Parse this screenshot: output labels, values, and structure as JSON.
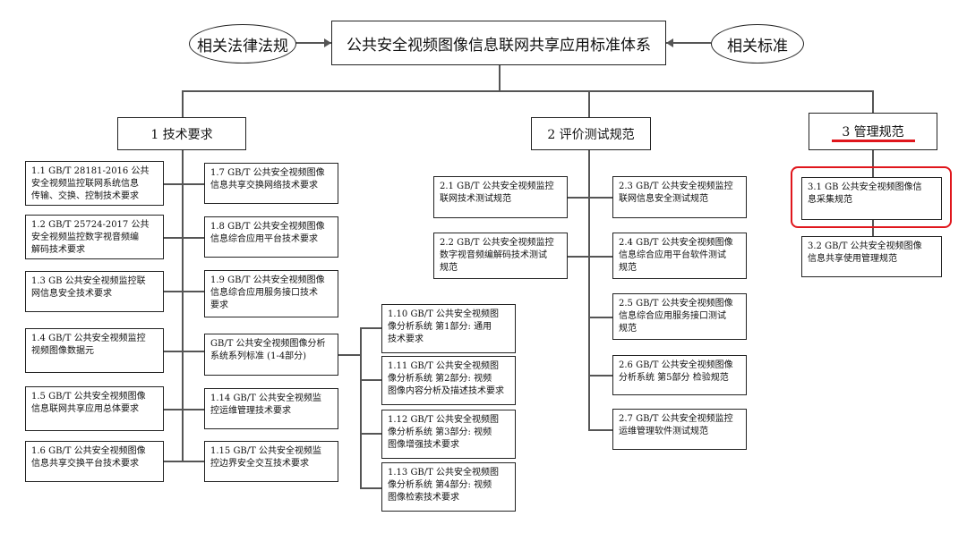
{
  "top": {
    "title": "公共安全视频图像信息联网共享应用标准体系",
    "left_ellipse": "相关法律法规",
    "right_ellipse": "相关标准"
  },
  "sections": {
    "tech": "1 技术要求",
    "eval": "2 评价测试规范",
    "mgmt": "3 管理规范"
  },
  "tech_left": [
    "1.1 GB/T 28181-2016 公共\n安全视频监控联网系统信息\n传输、交换、控制技术要求",
    "1.2 GB/T 25724-2017 公共\n安全视频监控数字视音频编\n解码技术要求",
    "1.3 GB 公共安全视频监控联\n网信息安全技术要求",
    "1.4 GB/T 公共安全视频监控\n视频图像数据元",
    "1.5 GB/T 公共安全视频图像\n信息联网共享应用总体要求",
    "1.6 GB/T 公共安全视频图像\n信息共享交换平台技术要求"
  ],
  "tech_mid": [
    "1.7 GB/T 公共安全视频图像\n信息共享交换网络技术要求",
    "1.8 GB/T 公共安全视频图像\n信息综合应用平台技术要求",
    "1.9 GB/T 公共安全视频图像\n信息综合应用服务接口技术\n要求",
    "GB/T 公共安全视频图像分析\n系统系列标准 (1-4部分)",
    "1.14  GB/T 公共安全视频监\n控运维管理技术要求",
    "1.15 GB/T 公共安全视频监\n控边界安全交互技术要求"
  ],
  "tech_sub": [
    "1.10  GB/T 公共安全视频图\n像分析系统 第1部分:  通用\n技术要求",
    "1.11  GB/T 公共安全视频图\n像分析系统 第2部分:  视频\n图像内容分析及描述技术要求",
    "1.12  GB/T 公共安全视频图\n像分析系统 第3部分:  视频\n图像增强技术要求",
    "1.13  GB/T 公共安全视频图\n像分析系统 第4部分:  视频\n图像检索技术要求"
  ],
  "eval_left": [
    "2.1 GB/T 公共安全视频监控\n联网技术测试规范",
    "2.2 GB/T 公共安全视频监控\n数字视音频编解码技术测试\n规范"
  ],
  "eval_right": [
    "2.3 GB/T 公共安全视频监控\n联网信息安全测试规范",
    "2.4 GB/T 公共安全视频图像\n信息综合应用平台软件测试\n规范",
    "2.5 GB/T 公共安全视频图像\n信息综合应用服务接口测试\n规范",
    "2.6 GB/T 公共安全视频图像\n分析系统 第5部分 检验规范",
    "2.7 GB/T 公共安全视频监控\n运维管理软件测试规范"
  ],
  "mgmt": [
    "3.1 GB 公共安全视频图像信\n息采集规范",
    "3.2 GB/T 公共安全视频图像\n信息共享使用管理规范"
  ],
  "highlight_color": "#e0161c"
}
